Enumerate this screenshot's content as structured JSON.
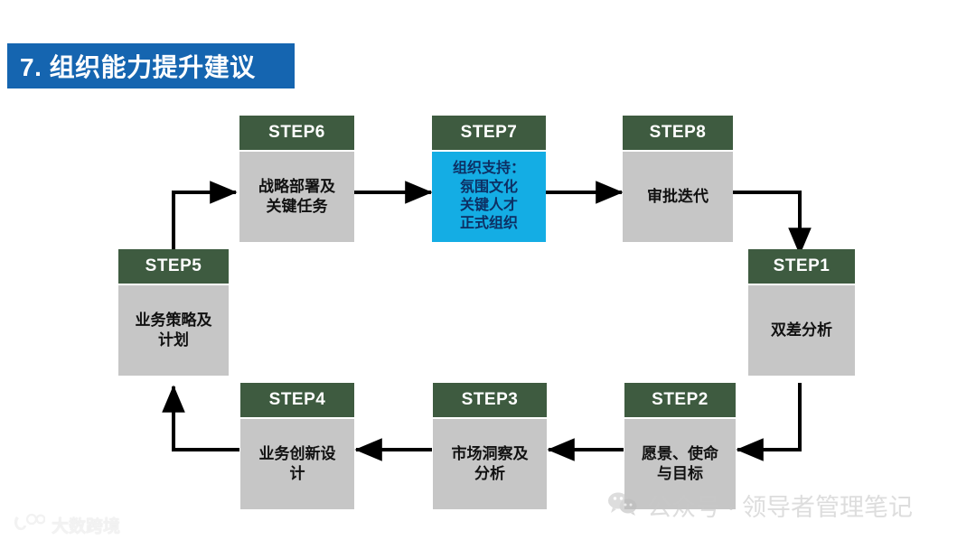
{
  "slide": {
    "title": "7. 组织能力提升建议",
    "title_bg_color": "#1565b0",
    "title_text_color": "#ffffff",
    "background_color": "#ffffff"
  },
  "palette": {
    "step_header_green": "#3e5b40",
    "step_body_gray": "#c6c6c6",
    "highlight_cyan": "#14ade4",
    "highlight_text": "#0d2f63",
    "arrow_black": "#000000"
  },
  "steps": [
    {
      "id": "step1",
      "header": "STEP1",
      "body": "双差分析",
      "highlight": false
    },
    {
      "id": "step2",
      "header": "STEP2",
      "body": "愿景、使命\n与目标",
      "highlight": false
    },
    {
      "id": "step3",
      "header": "STEP3",
      "body": "市场洞察及\n分析",
      "highlight": false
    },
    {
      "id": "step4",
      "header": "STEP4",
      "body": "业务创新设\n计",
      "highlight": false
    },
    {
      "id": "step5",
      "header": "STEP5",
      "body": "业务策略及\n计划",
      "highlight": false
    },
    {
      "id": "step6",
      "header": "STEP6",
      "body": "战略部署及\n关键任务",
      "highlight": false
    },
    {
      "id": "step7",
      "header": "STEP7",
      "body": "组织支持：\n氛围文化\n关键人才\n正式组织",
      "highlight": true
    },
    {
      "id": "step8",
      "header": "STEP8",
      "body": "审批迭代",
      "highlight": false
    }
  ],
  "flow_order": [
    "STEP1",
    "STEP2",
    "STEP3",
    "STEP4",
    "STEP5",
    "STEP6",
    "STEP7",
    "STEP8"
  ],
  "watermarks": {
    "wechat": {
      "icon": "wechat-icon",
      "text": "公众号 · 领导者管理笔记"
    },
    "brand": {
      "icon": "brand-logo-icon",
      "text": "大数跨境"
    }
  }
}
